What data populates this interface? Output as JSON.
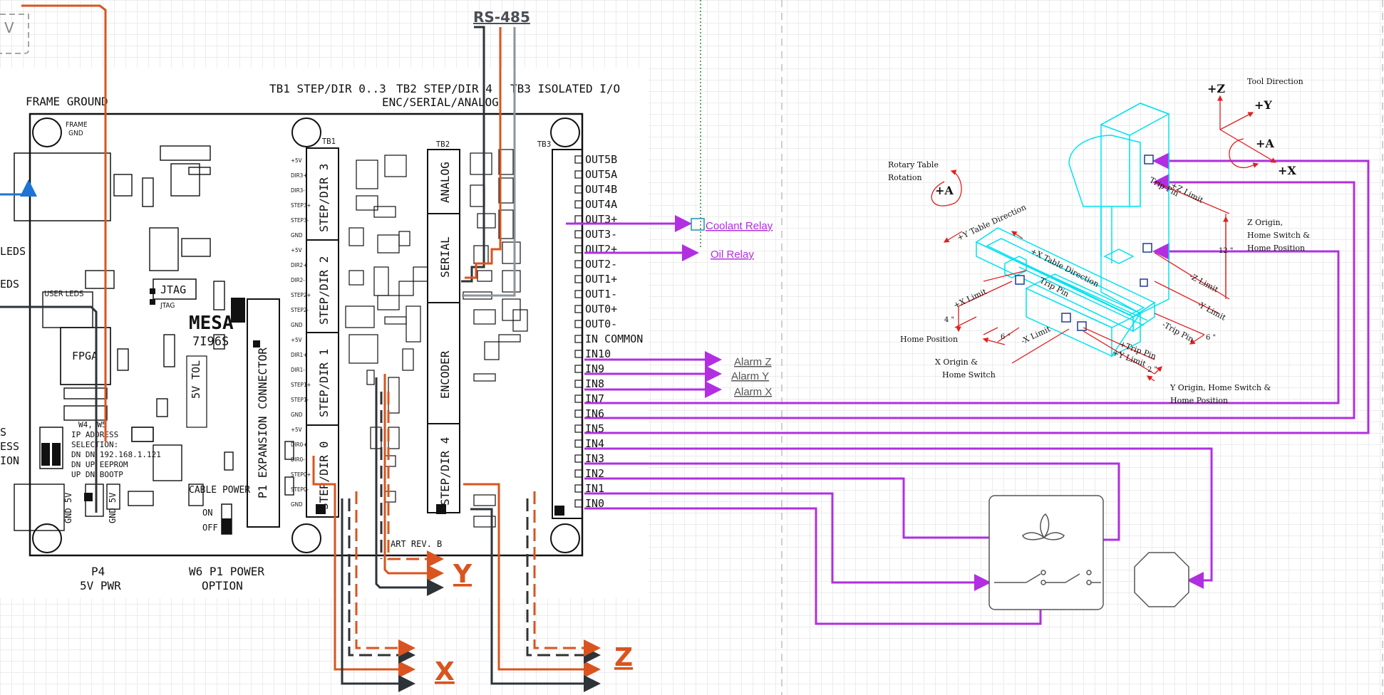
{
  "colors": {
    "orange": "#d9541f",
    "dark": "#2e3338",
    "gray": "#8f9499",
    "purple": "#b12fe0",
    "cyan": "#00e3f0",
    "red": "#e02020",
    "blue": "#1e73d6"
  },
  "header": {
    "frame_ground": "FRAME GROUND",
    "tb1": "TB1 STEP/DIR 0..3",
    "tb2_a": "TB2 STEP/DIR 4",
    "tb2_b": "ENC/SERIAL/ANALOG",
    "tb3": "TB3 ISOLATED I/O",
    "rs485": "RS-485",
    "p4_a": "P4",
    "p4_b": "5V PWR",
    "w6_a": "W6 P1 POWER",
    "w6_b": "OPTION"
  },
  "left_cut": {
    "v": "V",
    "leds1": "LEDS",
    "leds2": "EDS",
    "s": "S",
    "ess": "ESS",
    "ion": "ION"
  },
  "board": {
    "brand": "MESA",
    "model": "7I96S",
    "frame_gnd": [
      "FRAME",
      "GND"
    ],
    "fpga": "FPGA",
    "jtag": "JTAG",
    "jtag_small": "JTAG",
    "user_leds": "USER LEDS",
    "tol": "5V TOL",
    "p1_exp": "P1 EXPANSION CONNECTOR",
    "cable_power": "CABLE POWER",
    "on": "ON",
    "off": "OFF",
    "gnd5v_a": "GND 5V",
    "gnd5v_b": "GND 5V",
    "ip": [
      "W4, W5",
      "IP ADDRESS",
      "SELECTION:",
      "DN DN 192.168.1.121",
      "DN UP EEPROM",
      "UP DN BOOTP"
    ],
    "art_rev": "ART REV. B",
    "tb1_label": "TB1",
    "tb2_label": "TB2",
    "tb3_label": "TB3",
    "sections_tb1": [
      "STEP/DIR 3",
      "STEP/DIR 2",
      "STEP/DIR 1",
      "STEP/DIR 0"
    ],
    "sections_tb2": [
      "ANALOG",
      "SERIAL",
      "ENCODER",
      "STEP/DIR 4"
    ],
    "tb1_pins": [
      "+5V",
      "DIR3+",
      "DIR3-",
      "STEP3+",
      "STEP3-",
      "GND",
      "+5V",
      "DIR2+",
      "DIR2-",
      "STEP2+",
      "STEP2-",
      "GND",
      "+5V",
      "DIR1+",
      "DIR1-",
      "STEP1+",
      "STEP1-",
      "GND",
      "+5V",
      "DIR0+",
      "DIR0-",
      "STEP0+",
      "STEP0-",
      "GND"
    ]
  },
  "outputs": [
    "OUT5B",
    "OUT5A",
    "OUT4B",
    "OUT4A",
    "OUT3+",
    "OUT3-",
    "OUT2+",
    "OUT2-",
    "OUT1+",
    "OUT1-",
    "OUT0+",
    "OUT0-",
    "IN COMMON",
    "IN10",
    "IN9",
    "IN8",
    "IN7",
    "IN6",
    "IN5",
    "IN4",
    "IN3",
    "IN2",
    "IN1",
    "IN0"
  ],
  "links": {
    "coolant": "Coolant Relay",
    "oil": "Oil Relay",
    "alarm_z": "Alarm Z",
    "alarm_y": "Alarm Y",
    "alarm_x": "Alarm X"
  },
  "axes_out": {
    "x": "X",
    "y": "Y",
    "z": "Z"
  },
  "machine": {
    "plus_z": "+Z",
    "plus_y": "+Y",
    "plus_x": "+X",
    "plus_a": "+A",
    "plus_a_rot": "+A",
    "tool_direction": "Tool Direction",
    "rotary_a": "Rotary Table",
    "rotary_b": "Rotation",
    "y_table_dir": "+Y Table Direction",
    "x_table_dir": "+X Table Direction",
    "trip_pin": "Trip Pin",
    "trip_pin2": "Trip Pin",
    "trip_pin3": "-Trip Pin",
    "trip_pin4": "+Trip Pin",
    "z_limit_plus": "+Z Limit",
    "z_limit_minus": "-Z Limit",
    "y_limit_minus": "-Y Limit",
    "y_limit_plus": "+Y Limit",
    "x_limit_plus": "+X Limit",
    "x_limit_minus": "-X Limit",
    "z_origin": [
      "Z Origin,",
      "Home Switch &",
      "Home Position"
    ],
    "twelve": "12 \"",
    "four": "4 \"",
    "six_a": "6 \"",
    "six_b": "6 \"",
    "two": "2 \"",
    "home_position": "Home Position",
    "x_origin": [
      "X Origin &",
      "Home Switch"
    ],
    "y_origin": [
      "Y Origin, Home Switch &",
      "Home Position"
    ]
  }
}
